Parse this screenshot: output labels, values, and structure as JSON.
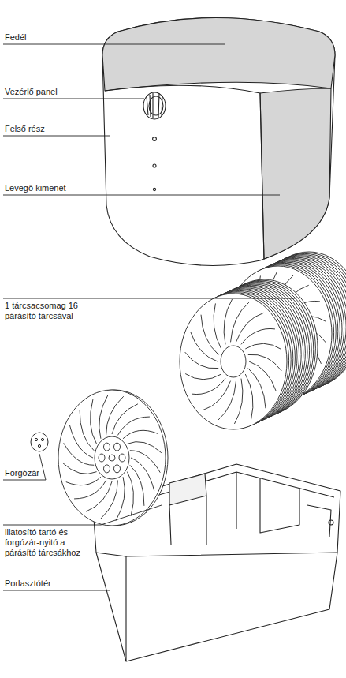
{
  "diagram": {
    "labels": [
      "Fedél",
      "Vezérlő panel",
      "Felső rész",
      "Levegő kimenet",
      "1 tárcsacsomag 16 párásító tárcsával",
      "Forgózár",
      "illatosító tartó és forgózár-nyitó a párásító tárcsákhoz",
      "Porlasztótér"
    ]
  }
}
